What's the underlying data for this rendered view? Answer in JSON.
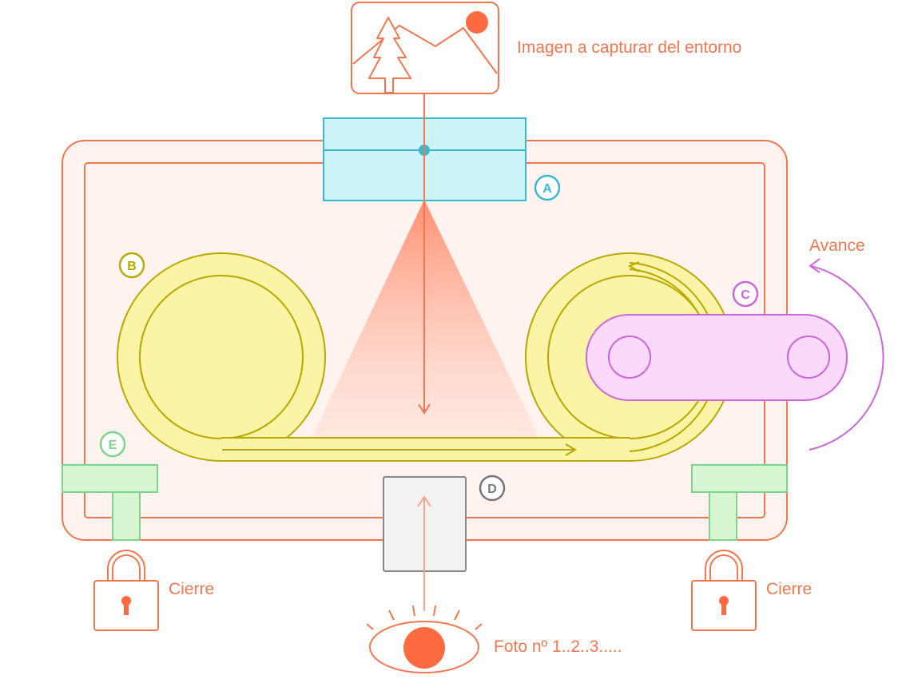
{
  "labels": {
    "image_caption": "Imagen a capturar del entorno",
    "advance": "Avance",
    "lock_left": "Cierre",
    "lock_right": "Cierre",
    "photo_counter": "Foto nº 1..2..3....."
  },
  "badges": {
    "a": "A",
    "b": "B",
    "c": "C",
    "d": "D",
    "e": "E"
  },
  "colors": {
    "body_stroke": "#F2774F",
    "body_fill": "#FFF3F0",
    "lens_fill": "#CCF2FA",
    "lens_stroke": "#3BB8CC",
    "spool_fill": "#FBF3A6",
    "spool_stroke": "#B8A800",
    "crank_fill": "#FAD9FA",
    "crank_stroke": "#CC66D9",
    "latch_fill": "#D6F7D1",
    "latch_stroke": "#7DD48A",
    "viewfinder_fill": "#F2F2F2",
    "viewfinder_stroke": "#888888",
    "accent": "#FF6B40"
  },
  "icons": {
    "scene": "landscape-icon",
    "lock": "padlock-icon",
    "eye": "eye-icon",
    "advance": "rotate-arrow-icon"
  }
}
